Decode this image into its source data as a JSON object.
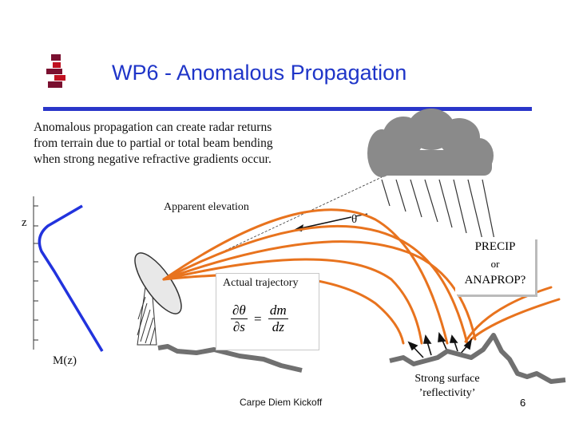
{
  "title": "WP6 - Anomalous Propagation",
  "intro": "Anomalous propagation can create radar returns from terrain  due to partial or total beam bending when strong negative refractive gradients occur.",
  "labels": {
    "z": "z",
    "m_of_z": "M(z)",
    "apparent_elevation": "Apparent elevation",
    "theta": "θ",
    "actual_trajectory": "Actual trajectory",
    "precip_line1": "PRECIP",
    "precip_line2": "or",
    "precip_line3": "ANAPROP?",
    "surface_line1": "Strong surface",
    "surface_line2": "’reflectivity’"
  },
  "formula": {
    "lhs_num": "∂θ",
    "lhs_den": "∂s",
    "equals": "=",
    "rhs_num": "dm",
    "rhs_den": "dz"
  },
  "footer": "Carpe Diem Kickoff",
  "page_number": "6",
  "colors": {
    "title": "#1f35c8",
    "rule": "#2a36c9",
    "profile_line": "#2233dd",
    "beam": "#e8731e",
    "cloud": "#8a8a8a",
    "terrain": "#707070"
  }
}
